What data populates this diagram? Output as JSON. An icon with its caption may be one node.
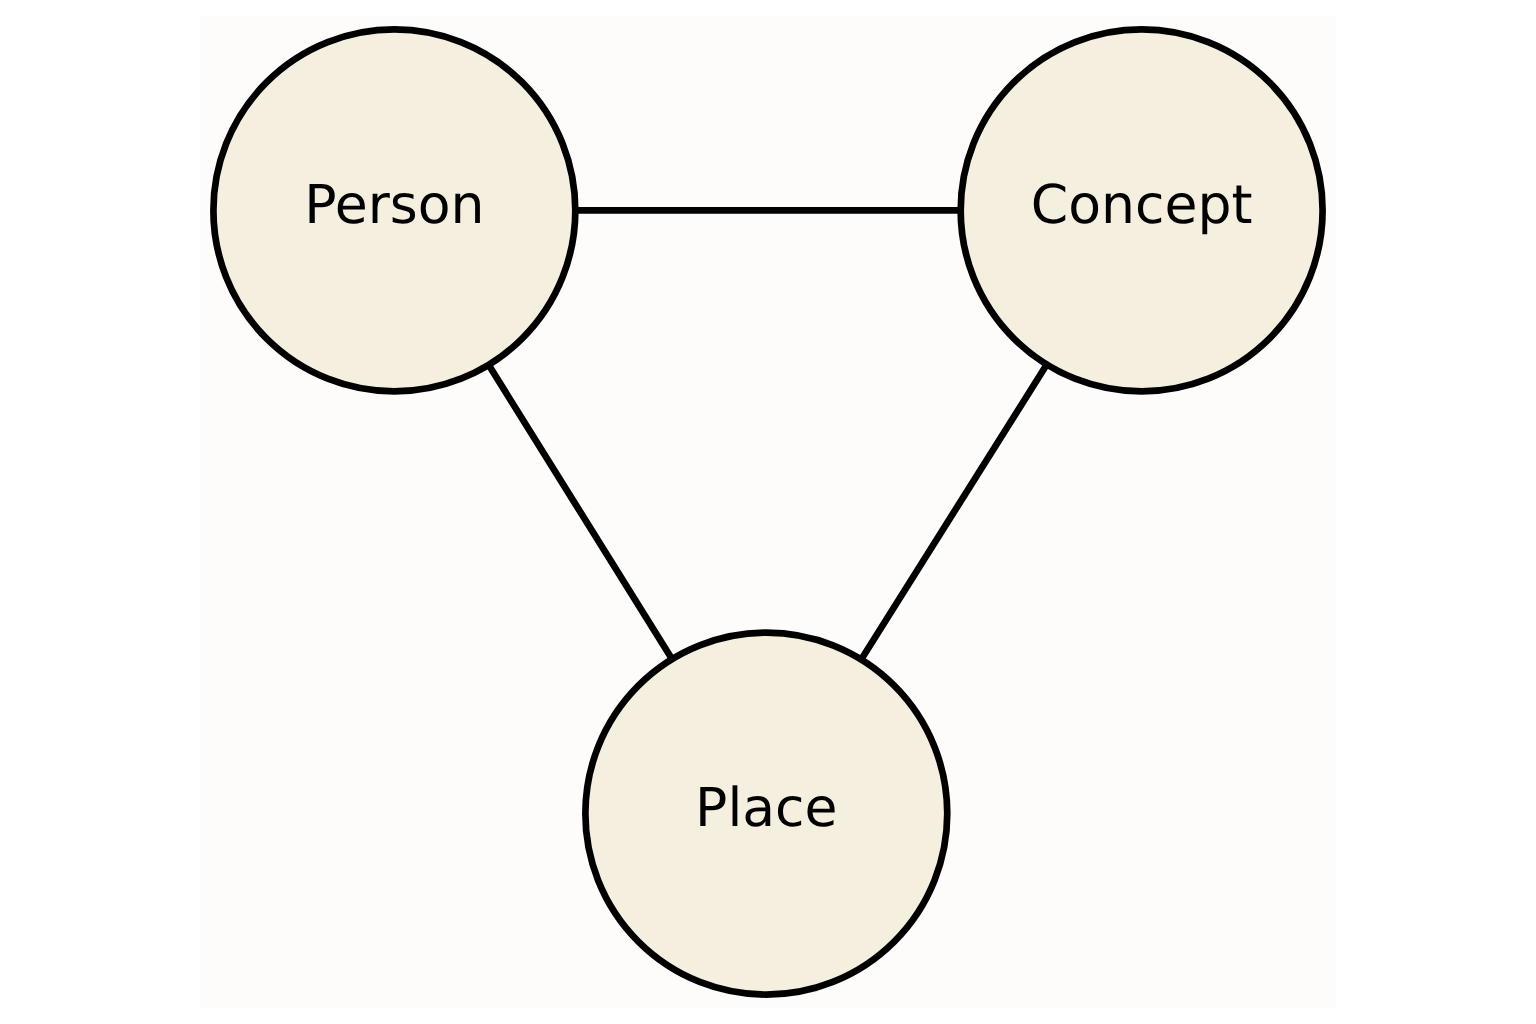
{
  "diagram": {
    "nodes": [
      {
        "text": [
          "Person"
        ]
      },
      {
        "text": [
          "Concept"
        ]
      },
      {
        "text": [
          "Place"
        ]
      }
    ],
    "edges": [
      {
        "from": 0,
        "to": 1,
        "arrow": "none"
      },
      {
        "from": 0,
        "to": 2,
        "arrow": "none"
      },
      {
        "from": 1,
        "to": 2,
        "arrow": "none"
      }
    ]
  }
}
